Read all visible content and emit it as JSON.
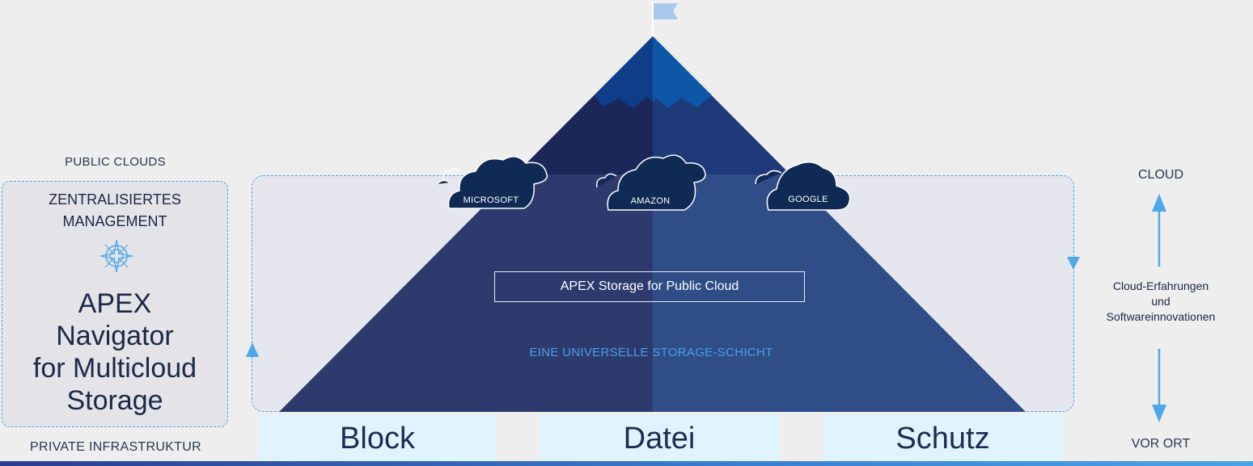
{
  "left_panel": {
    "top_label": "PUBLIC CLOUDS",
    "heading_line1": "ZENTRALISIERTES",
    "heading_line2": "MANAGEMENT",
    "compass_icon": "compass-icon",
    "product_line1": "APEX",
    "product_line2": "Navigator",
    "product_line3": "for Multicloud",
    "product_line4": "Storage",
    "bottom_label": "PRIVATE INFRASTRUKTUR"
  },
  "mountain": {
    "flag_icon": "flag-icon",
    "clouds": [
      {
        "label": "MICROSOFT"
      },
      {
        "label": "AMAZON"
      },
      {
        "label": "GOOGLE"
      }
    ],
    "product_box": "APEX Storage for Public Cloud",
    "layer_label": "EINE UNIVERSELLE STORAGE-SCHICHT"
  },
  "tiles": [
    "Block",
    "Datei",
    "Schutz"
  ],
  "right_panel": {
    "top_label": "CLOUD",
    "middle_line1": "Cloud-Erfahrungen",
    "middle_line2": "und",
    "middle_line3": "Softwareinnovationen",
    "bottom_label": "VOR ORT"
  },
  "colors": {
    "background": "#eeeeee",
    "mountain_left": "#2d3a6e",
    "mountain_right": "#2f4d86",
    "peak_dark": "#1b2659",
    "peak_light": "#0d4f9c",
    "accent_blue": "#4ea7e8",
    "tile_bg": "#dff4fe"
  }
}
